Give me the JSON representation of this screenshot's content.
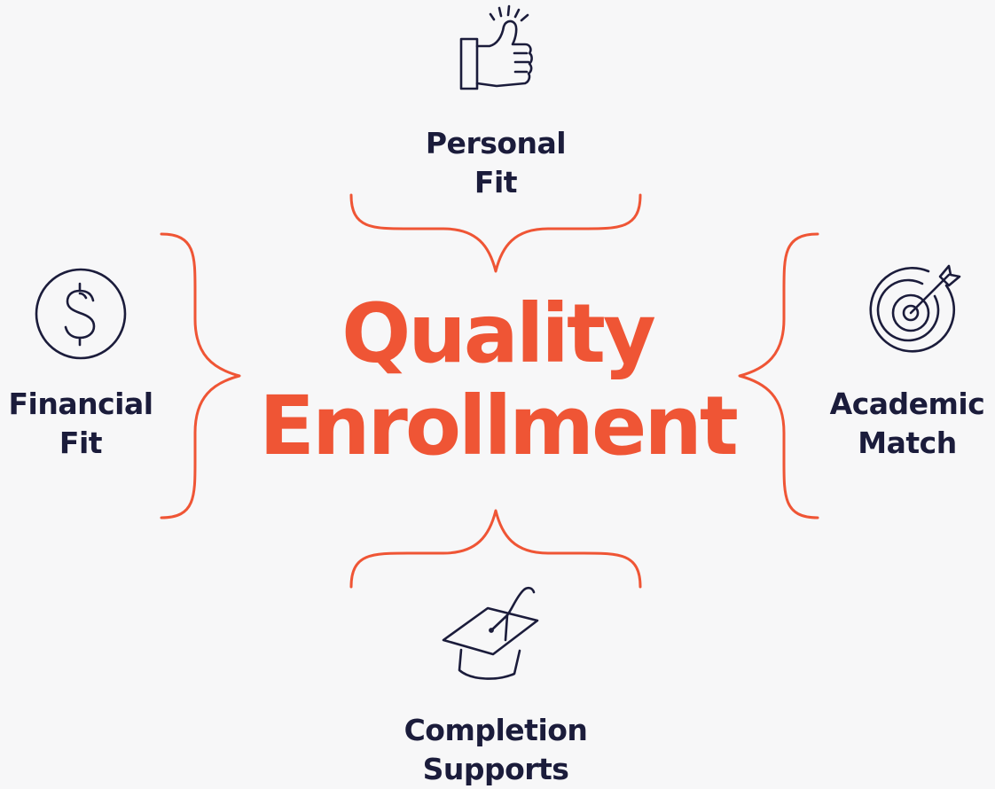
{
  "center": {
    "line1": "Quality",
    "line2": "Enrollment"
  },
  "nodes": {
    "top": {
      "line1": "Personal",
      "line2": "Fit",
      "icon": "thumbs-up-icon"
    },
    "left": {
      "line1": "Financial",
      "line2": "Fit",
      "icon": "dollar-coin-icon"
    },
    "right": {
      "line1": "Academic",
      "line2": "Match",
      "icon": "target-arrow-icon"
    },
    "bottom": {
      "line1": "Completion",
      "line2": "Supports",
      "icon": "graduation-cap-icon"
    }
  },
  "colors": {
    "accent": "#ef5535",
    "ink": "#1b1c3b",
    "background": "#f7f7f8"
  }
}
